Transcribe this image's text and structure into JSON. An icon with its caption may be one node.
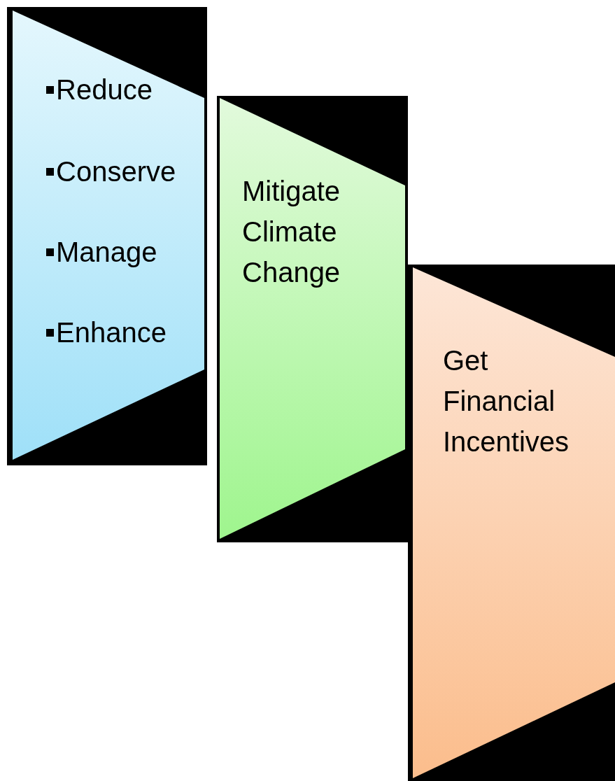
{
  "diagram": {
    "nodes": [
      {
        "text": [
          "Reduce",
          "Conserve",
          "Manage",
          "Enhance"
        ]
      },
      {
        "text": [
          "Mitigate Climate Change"
        ]
      },
      {
        "text": [
          "Get Financial Incentives"
        ]
      }
    ]
  }
}
